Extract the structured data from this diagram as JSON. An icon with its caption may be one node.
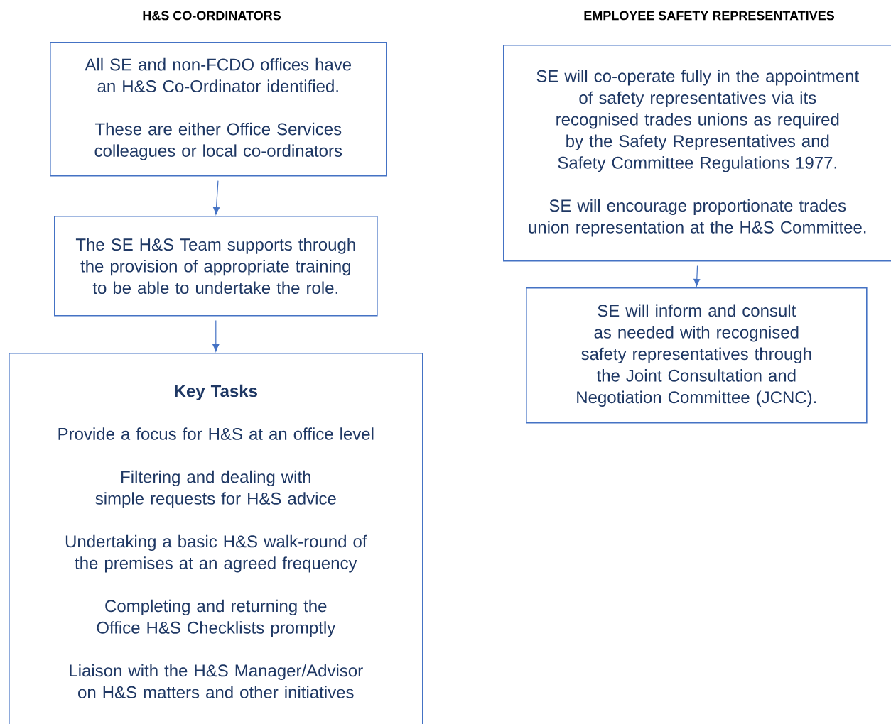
{
  "diagram": {
    "nodes": [
      {
        "text": [
          "All SE and non-FCDO offices have an H&S Co-Ordinator identified.",
          "These are either Office Services colleagues or local co-ordinators"
        ]
      },
      {
        "text": [
          "The SE H&S Team supports through the provision of appropriate training to be able to undertake the role."
        ]
      },
      {
        "text": [
          "Key Tasks",
          "Provide a focus for H&S at an office level",
          "Filtering and dealing with simple requests for H&S advice",
          "Undertaking a basic H&S walk-round of the premises at an agreed frequency",
          "Completing and returning the Office H&S Checklists promptly",
          "Liaison with the H&S Manager/Advisor on H&S matters and other initiatives"
        ]
      },
      {
        "text": [
          "SE will co-operate fully in the appointment of safety representatives via its recognised trades unions as required by the Safety Representatives and Safety Committee Regulations 1977.",
          "SE will encourage proportionate trades union representation at the H&S Committee."
        ]
      },
      {
        "text": [
          "SE will inform and consult as needed with recognised safety representatives through the Joint Consultation and Negotiation Committee (JCNC)."
        ]
      }
    ],
    "edges": [
      {
        "from": 0,
        "to": 1,
        "arrow": "to"
      },
      {
        "from": 1,
        "to": 2,
        "arrow": "to"
      },
      {
        "from": 3,
        "to": 4,
        "arrow": "to"
      }
    ],
    "labels": [
      "H&S CO-ORDINATORS",
      "EMPLOYEE SAFETY REPRESENTATIVES"
    ]
  }
}
